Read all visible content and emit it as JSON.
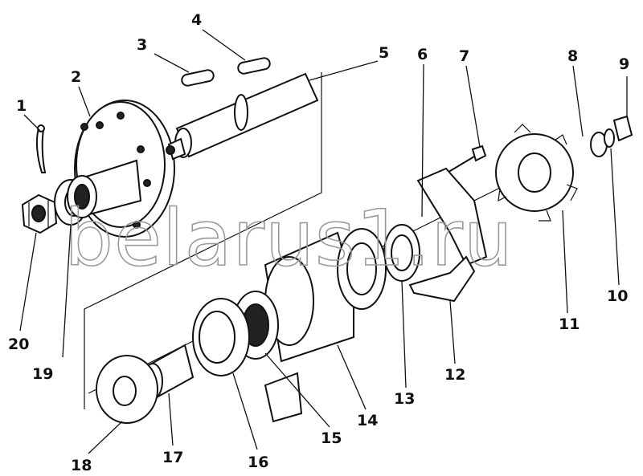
{
  "watermark": "belarus1.ru",
  "callouts": [
    {
      "id": "1",
      "text": "1"
    },
    {
      "id": "2",
      "text": "2"
    },
    {
      "id": "3",
      "text": "3"
    },
    {
      "id": "4",
      "text": "4"
    },
    {
      "id": "5",
      "text": "5"
    },
    {
      "id": "6",
      "text": "6"
    },
    {
      "id": "7",
      "text": "7"
    },
    {
      "id": "8",
      "text": "8"
    },
    {
      "id": "9",
      "text": "9"
    },
    {
      "id": "10",
      "text": "10"
    },
    {
      "id": "11",
      "text": "11"
    },
    {
      "id": "12",
      "text": "12"
    },
    {
      "id": "13",
      "text": "13"
    },
    {
      "id": "14",
      "text": "14"
    },
    {
      "id": "15",
      "text": "15"
    },
    {
      "id": "16",
      "text": "16"
    },
    {
      "id": "17",
      "text": "17"
    },
    {
      "id": "18",
      "text": "18"
    },
    {
      "id": "19",
      "text": "19"
    },
    {
      "id": "20",
      "text": "20"
    }
  ]
}
